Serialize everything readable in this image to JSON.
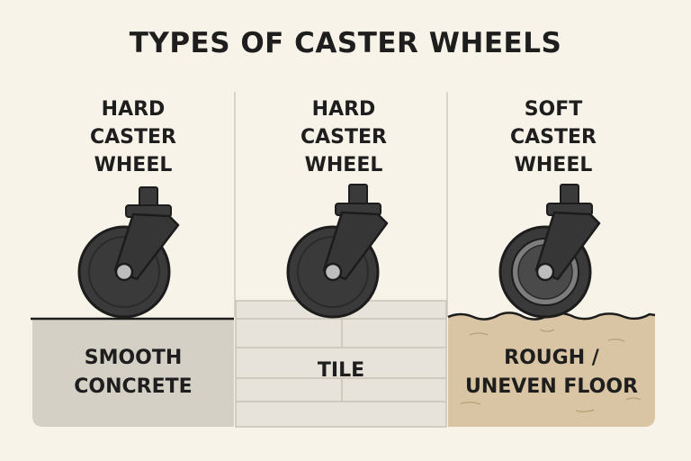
{
  "title": "TYPES OF CASTER WHEELS",
  "panels": [
    {
      "wheel_label": "HARD\nCASTER\nWHEEL",
      "surface_label": "SMOOTH\nCONCRETE",
      "wheel_type": "hard",
      "surface_color": "#d4d0c6"
    },
    {
      "wheel_label": "HARD\nCASTER\nWHEEL",
      "surface_label": "TILE",
      "wheel_type": "hard",
      "surface_color": "#e7e3da"
    },
    {
      "wheel_label": "SOFT\nCASTER\nWHEEL",
      "surface_label": "ROUGH /\nUNEVEN FLOOR",
      "wheel_type": "soft",
      "surface_color": "#d9c4a3"
    }
  ],
  "colors": {
    "background": "#f8f3e9",
    "wheel": "#3a3a3a",
    "outline": "#1c1c1c",
    "soft_ring": "#7d7d7d"
  }
}
